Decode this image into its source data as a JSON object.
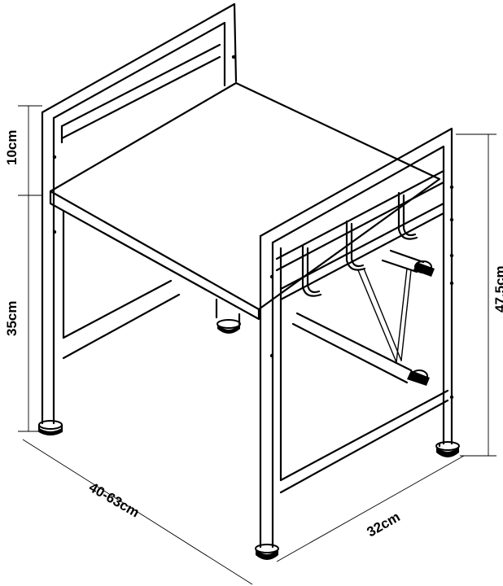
{
  "dimensions": {
    "top_rail_height": "10cm",
    "seat_height": "35cm",
    "total_height": "47.5cm",
    "width_range": "40-63cm",
    "depth": "32cm"
  },
  "colors": {
    "line": "#000000",
    "background": "#ffffff"
  }
}
